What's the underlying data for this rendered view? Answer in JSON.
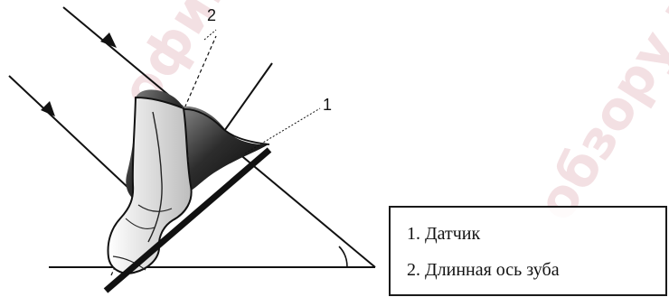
{
  "watermark": {
    "main_text": "официального",
    "right_text": "обзору в соб"
  },
  "labels": {
    "top": "2",
    "right": "1"
  },
  "legend": {
    "items": [
      "1. Датчик",
      "2. Длинная ось зуба"
    ]
  }
}
